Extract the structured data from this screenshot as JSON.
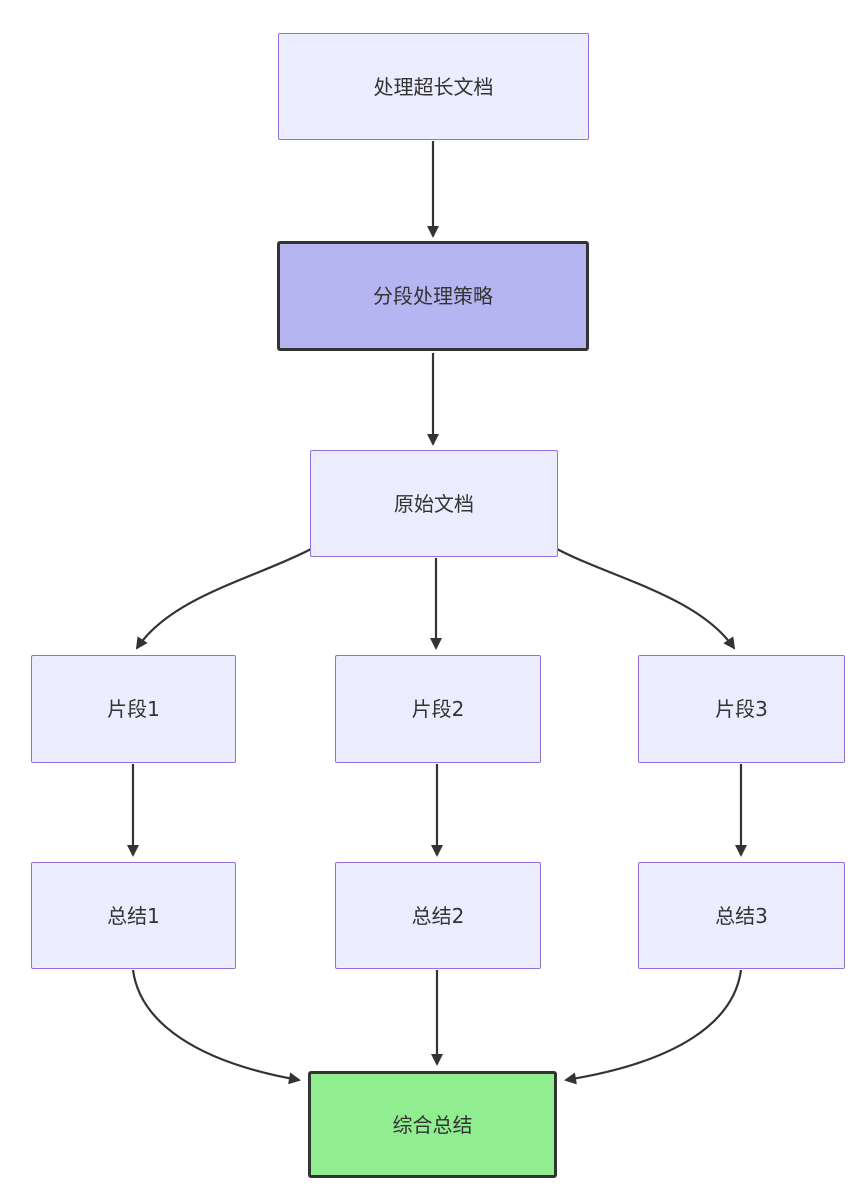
{
  "diagram": {
    "type": "flowchart",
    "direction": "top-down",
    "colors": {
      "background": "#ffffff",
      "node_fill": "#ECECFF",
      "node_border": "#9370DB",
      "strategy_fill": "#b5b5f2",
      "strategy_border": "#333333",
      "result_fill": "#90EE90",
      "result_border": "#333333",
      "edge": "#333333",
      "text": "#333333"
    },
    "nodes": [
      {
        "id": "A",
        "label": "处理超长文档",
        "style": "default"
      },
      {
        "id": "B",
        "label": "分段处理策略",
        "style": "emphasis-purple"
      },
      {
        "id": "C",
        "label": "原始文档",
        "style": "default"
      },
      {
        "id": "D1",
        "label": "片段1",
        "style": "default"
      },
      {
        "id": "D2",
        "label": "片段2",
        "style": "default"
      },
      {
        "id": "D3",
        "label": "片段3",
        "style": "default"
      },
      {
        "id": "E1",
        "label": "总结1",
        "style": "default"
      },
      {
        "id": "E2",
        "label": "总结2",
        "style": "default"
      },
      {
        "id": "E3",
        "label": "总结3",
        "style": "default"
      },
      {
        "id": "F",
        "label": "综合总结",
        "style": "emphasis-green"
      }
    ],
    "edges": [
      {
        "from": "A",
        "to": "B"
      },
      {
        "from": "B",
        "to": "C"
      },
      {
        "from": "C",
        "to": "D1"
      },
      {
        "from": "C",
        "to": "D2"
      },
      {
        "from": "C",
        "to": "D3"
      },
      {
        "from": "D1",
        "to": "E1"
      },
      {
        "from": "D2",
        "to": "E2"
      },
      {
        "from": "D3",
        "to": "E3"
      },
      {
        "from": "E1",
        "to": "F"
      },
      {
        "from": "E2",
        "to": "F"
      },
      {
        "from": "E3",
        "to": "F"
      }
    ]
  }
}
